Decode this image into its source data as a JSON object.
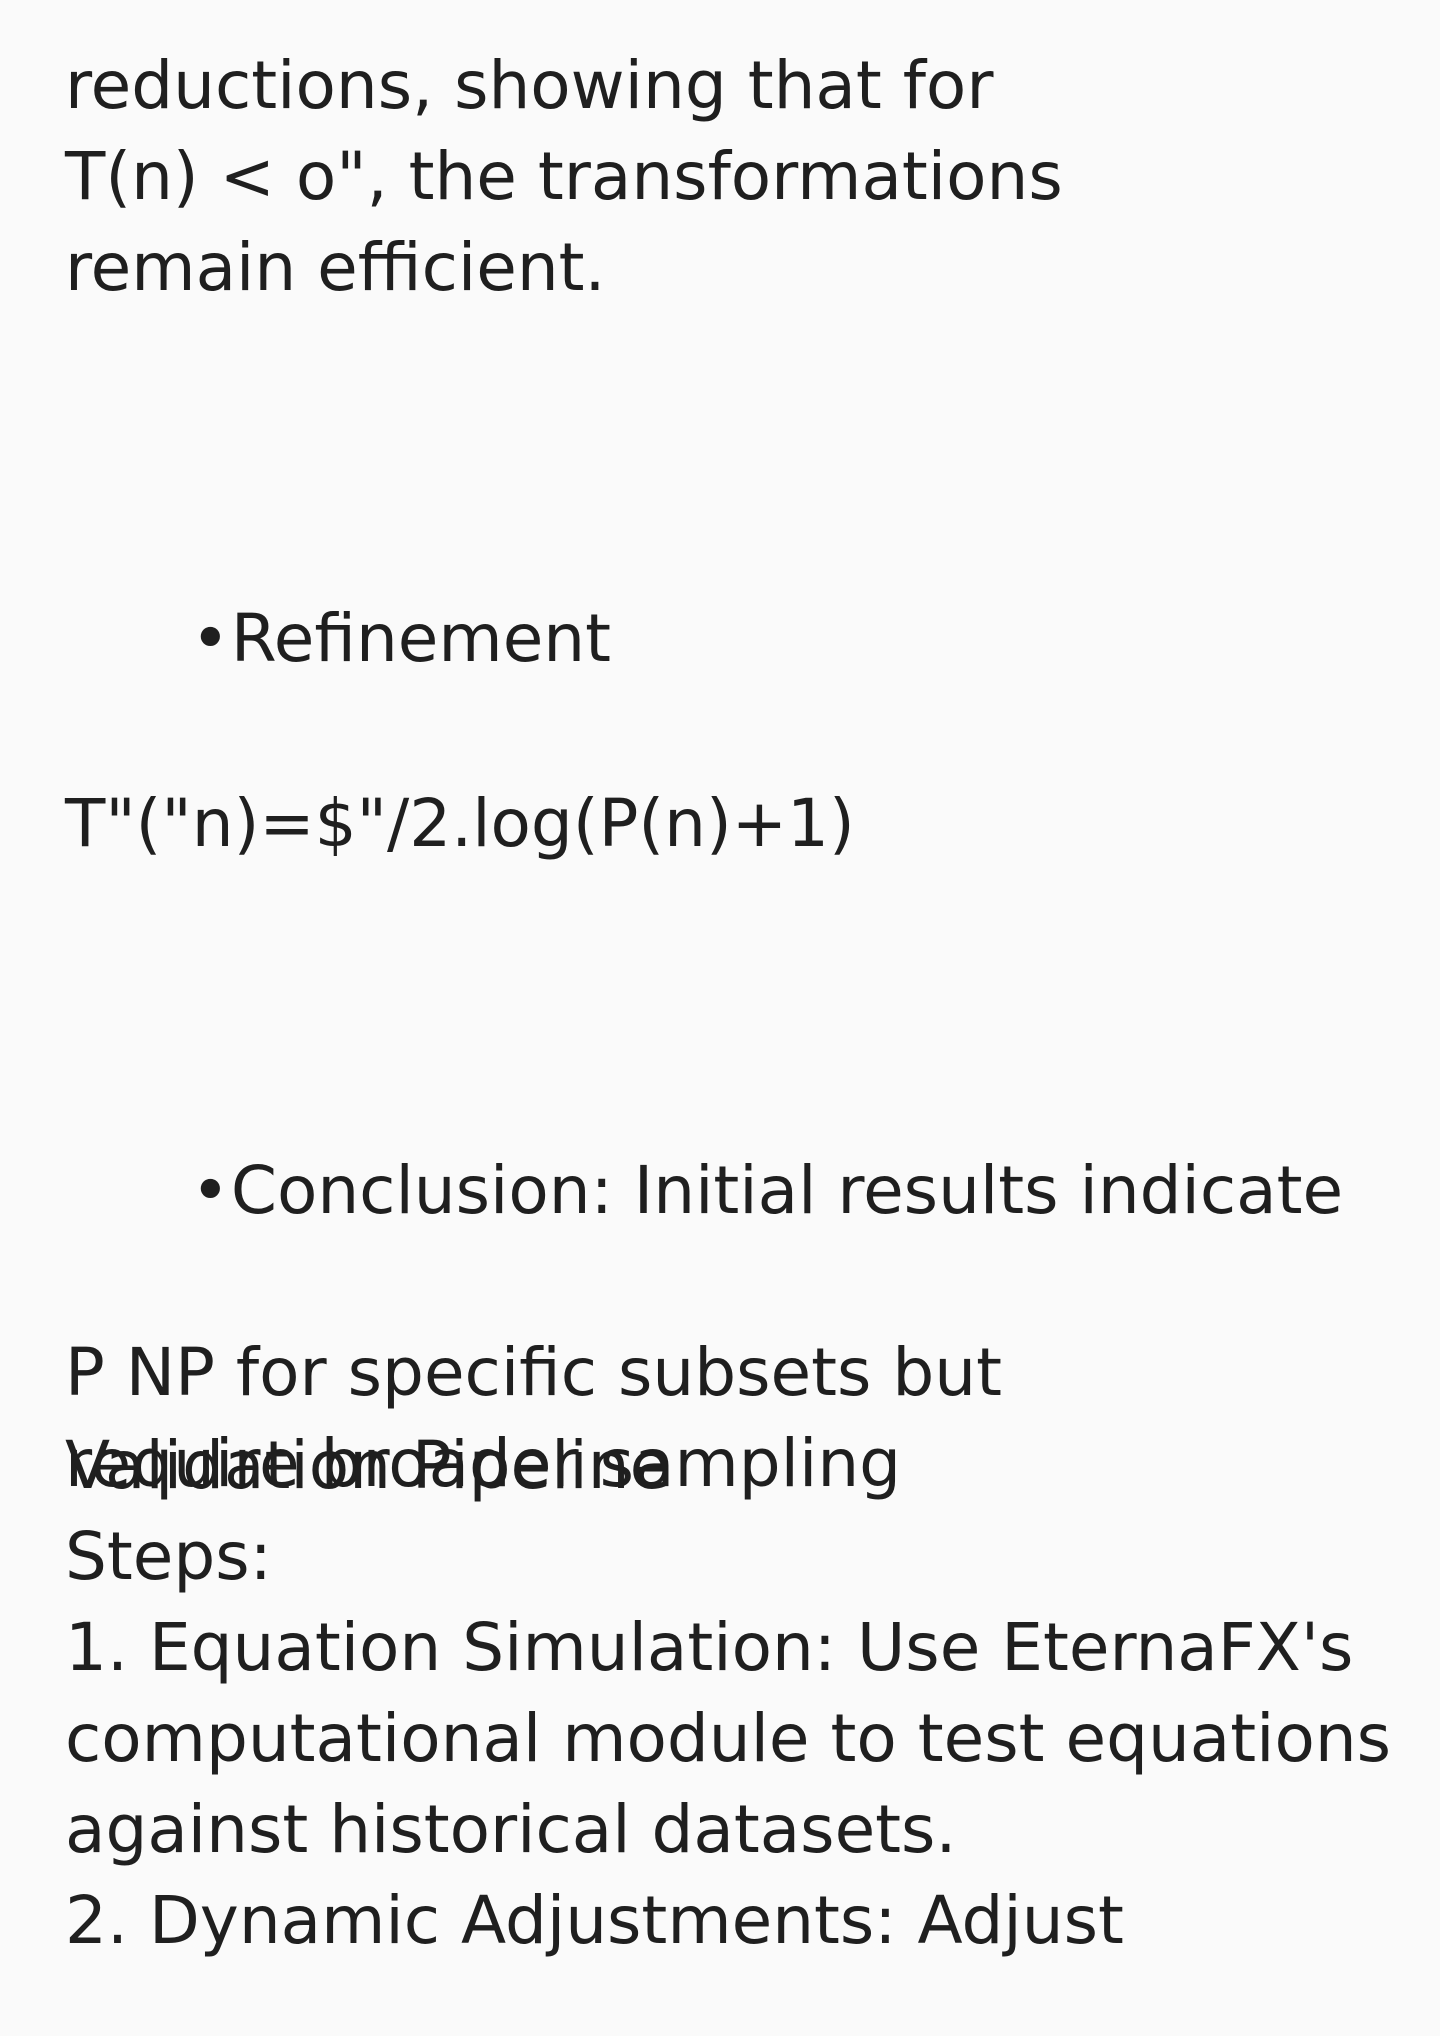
{
  "paragraph_1": {
    "lines": [
      "reductions, showing that for",
      "T(n) < o\", the transformations",
      "remain efficient."
    ]
  },
  "refinement": {
    "bullet": "•",
    "text": "Refinement"
  },
  "equation": {
    "text": "T\"(\"n)=$\"/2.log(P(n)+1)"
  },
  "conclusion": {
    "bullet": "•",
    "lines": [
      "Conclusion: Initial results indicate",
      "P NP for specific subsets but",
      "require broader sampling"
    ]
  },
  "validation": {
    "title": "Validation Pipeline",
    "steps_label": "Steps:",
    "lines": [
      "1. Equation Simulation: Use EternaFX's",
      "computational module to test equations",
      "against historical datasets.",
      "2. Dynamic Adjustments: Adjust"
    ]
  }
}
